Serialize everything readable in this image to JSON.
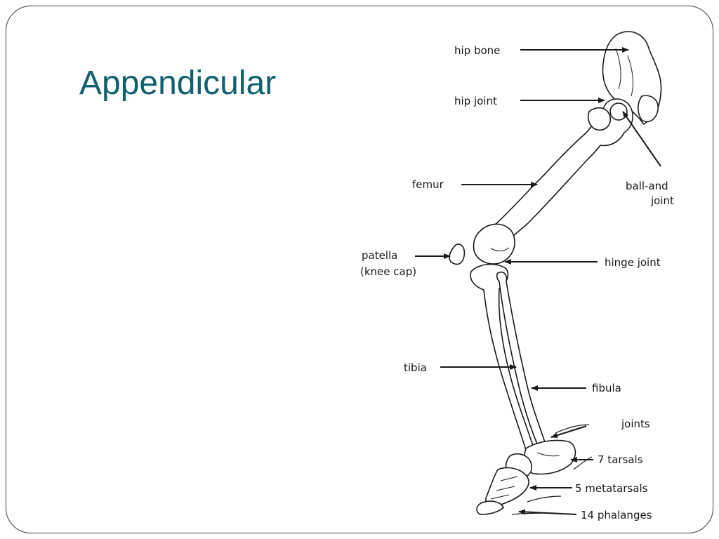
{
  "slide": {
    "title": "Appendicular"
  },
  "diagram": {
    "labels": {
      "hip_bone": "hip bone",
      "hip_joint": "hip joint",
      "femur": "femur",
      "ball_and_socket_line1": "ball-and",
      "ball_and_socket_line2": "joint",
      "patella_line1": "patella",
      "patella_line2": "(knee cap)",
      "hinge_joint": "hinge joint",
      "tibia": "tibia",
      "fibula": "fibula",
      "joints": "joints",
      "tarsals": "7  tarsals",
      "metatarsals": "5 metatarsals",
      "phalanges": "14 phalanges"
    }
  },
  "colors": {
    "title": "#10606f",
    "frame": "#3c3c3c",
    "ink": "#1a1a1a"
  }
}
